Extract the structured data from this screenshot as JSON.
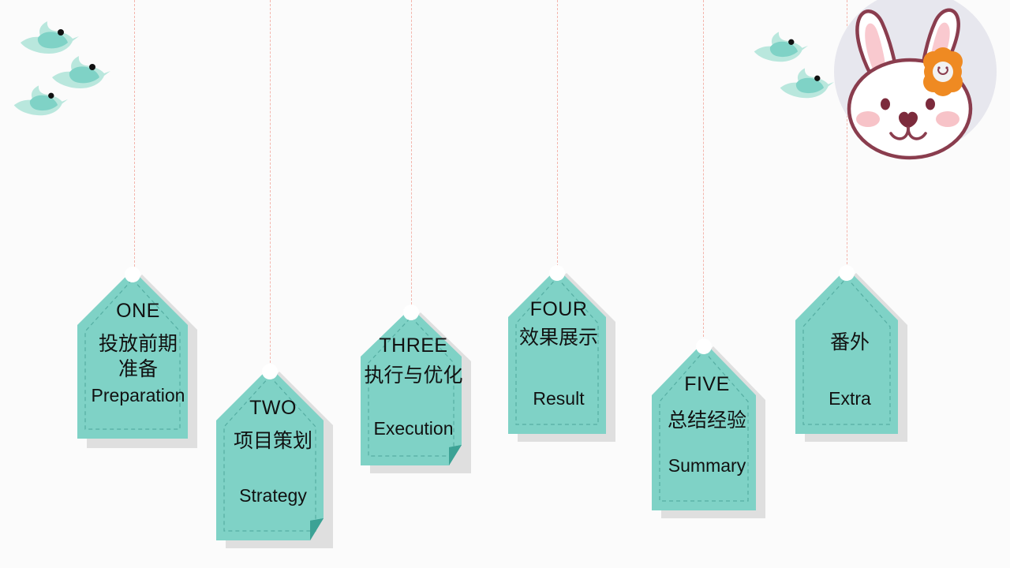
{
  "slide": {
    "background_color": "#fbfbfb",
    "tag_color": "#7fd2c6",
    "tag_fold_color": "#3ca295",
    "string_color": "#f3b6ad",
    "pin_color": "#ffffff",
    "text_color": "#111111"
  },
  "tags": [
    {
      "id": "one",
      "number_label": "ONE",
      "cn_line1": "投放前期",
      "cn_line2": "准备",
      "en_label": "Preparation",
      "has_fold": false
    },
    {
      "id": "two",
      "number_label": "TWO",
      "cn_line1": "项目策划",
      "cn_line2": "",
      "en_label": "Strategy",
      "has_fold": true
    },
    {
      "id": "three",
      "number_label": "THREE",
      "cn_line1": "执行与优化",
      "cn_line2": "",
      "en_label": "Execution",
      "has_fold": true
    },
    {
      "id": "four",
      "number_label": "FOUR",
      "cn_line1": "效果展示",
      "cn_line2": "",
      "en_label": "Result",
      "has_fold": false
    },
    {
      "id": "five",
      "number_label": "FIVE",
      "cn_line1": "总结经验",
      "cn_line2": "",
      "en_label": "Summary",
      "has_fold": false
    },
    {
      "id": "extra",
      "number_label": "",
      "cn_line1": "番外",
      "cn_line2": "",
      "en_label": "Extra",
      "has_fold": false
    }
  ],
  "decorations": {
    "birds_left_count": 3,
    "birds_right_count": 2,
    "bird_body_color": "#b9e7dd",
    "bird_wing_color": "#7fd2c6",
    "bird_eye_color": "#111111",
    "rabbit": {
      "name": "rabbit-mascot",
      "circle_color": "#e7e7ee",
      "face_color": "#ffffff",
      "outline_color": "#8a3d4e",
      "inner_ear_color": "#f9c9cf",
      "cheek_color": "#f7c3c8",
      "flower_color": "#ef8a22"
    }
  }
}
